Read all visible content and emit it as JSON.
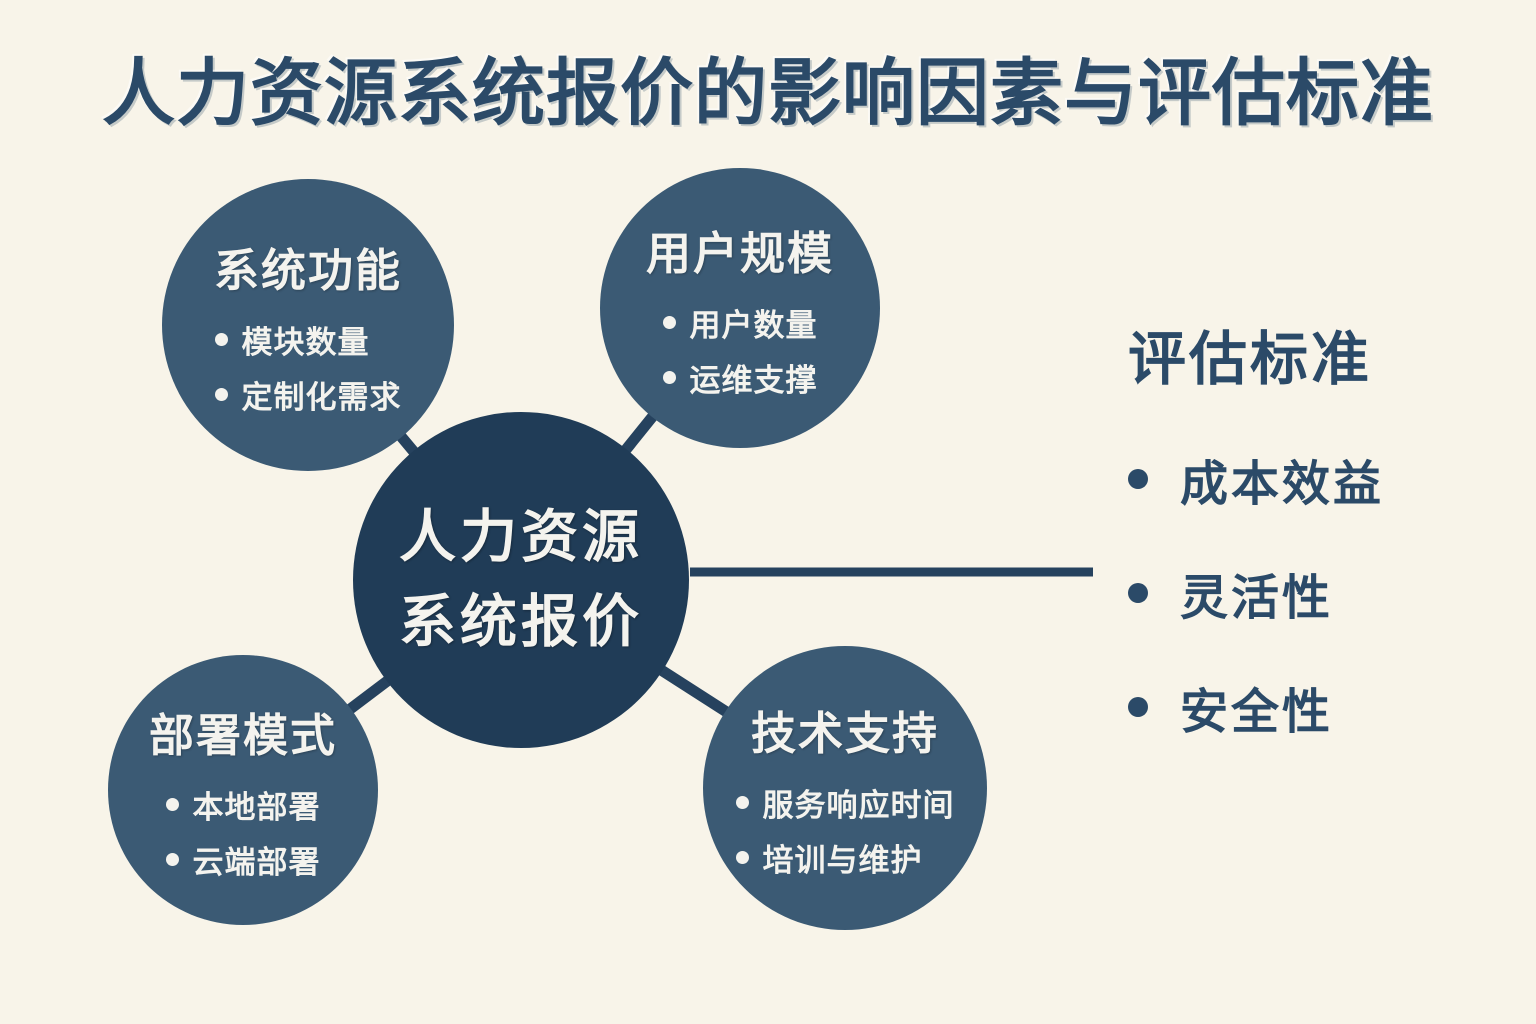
{
  "title": "人力资源系统报价的影响因素与评估标准",
  "colors": {
    "background": "#f8f4e9",
    "satellite_circle": "#3b5a74",
    "center_circle": "#203c57",
    "connector": "#26425e",
    "dark_text": "#2b4a68",
    "light_text": "#f4f3ee"
  },
  "center": {
    "line1": "人力资源",
    "line2": "系统报价"
  },
  "nodes": [
    {
      "heading": "系统功能",
      "bullets": [
        "模块数量",
        "定制化需求"
      ]
    },
    {
      "heading": "用户规模",
      "bullets": [
        "用户数量",
        "运维支撑"
      ]
    },
    {
      "heading": "部署模式",
      "bullets": [
        "本地部署",
        "云端部署"
      ]
    },
    {
      "heading": "技术支持",
      "bullets": [
        "服务响应时间",
        "培训与维护"
      ]
    }
  ],
  "evaluation": {
    "heading": "评估标准",
    "items": [
      "成本效益",
      "灵活性",
      "安全性"
    ]
  }
}
